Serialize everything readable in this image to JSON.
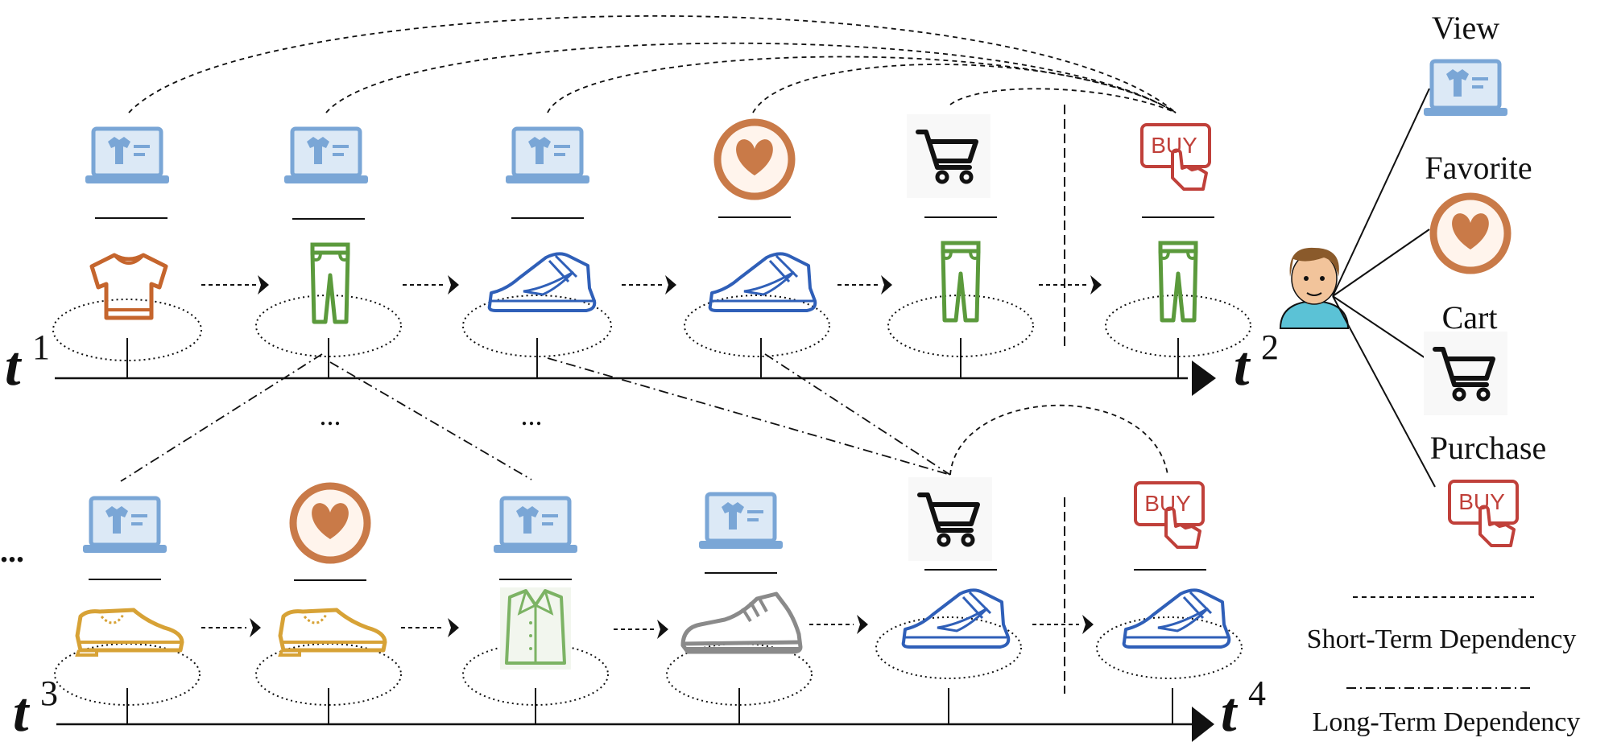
{
  "timeline": {
    "t1": {
      "letter": "t",
      "sup": "1"
    },
    "t2": {
      "letter": "t",
      "sup": "2"
    },
    "t3": {
      "letter": "t",
      "sup": "3"
    },
    "t4": {
      "letter": "t",
      "sup": "4"
    }
  },
  "ellipsis": "...",
  "top_row": [
    {
      "behavior": "view",
      "item": "tshirt"
    },
    {
      "behavior": "view",
      "item": "pants"
    },
    {
      "behavior": "view",
      "item": "sneaker"
    },
    {
      "behavior": "favorite",
      "item": "sneaker"
    },
    {
      "behavior": "cart",
      "item": "pants"
    },
    {
      "behavior": "purchase",
      "item": "pants"
    }
  ],
  "bottom_row": [
    {
      "behavior": "view",
      "item": "oxford-shoe"
    },
    {
      "behavior": "favorite",
      "item": "oxford-shoe"
    },
    {
      "behavior": "view",
      "item": "coat"
    },
    {
      "behavior": "view",
      "item": "running-shoe"
    },
    {
      "behavior": "cart",
      "item": "sneaker"
    },
    {
      "behavior": "purchase",
      "item": "sneaker"
    }
  ],
  "legend": {
    "user_icon": "user-avatar-icon",
    "behaviors": [
      {
        "label": "View",
        "icon": "laptop-view-icon"
      },
      {
        "label": "Favorite",
        "icon": "heart-favorite-icon"
      },
      {
        "label": "Cart",
        "icon": "shopping-cart-icon"
      },
      {
        "label": "Purchase",
        "icon": "buy-button-icon"
      }
    ],
    "buy_text": "BUY",
    "short_term": "Short-Term Dependency",
    "long_term": "Long-Term Dependency"
  },
  "colors": {
    "view_blue": "#7aa6d6",
    "favorite_orange": "#c97a48",
    "purchase_red": "#c0403a",
    "tshirt": "#c5652d",
    "pants": "#5b9a3c",
    "sneaker": "#2f5fb8",
    "oxford": "#d7a236",
    "coat": "#7cb364",
    "running": "#8a8a8a",
    "skin": "#f2c49b",
    "hair": "#8a5a2b",
    "shirt": "#5bc2d6"
  }
}
